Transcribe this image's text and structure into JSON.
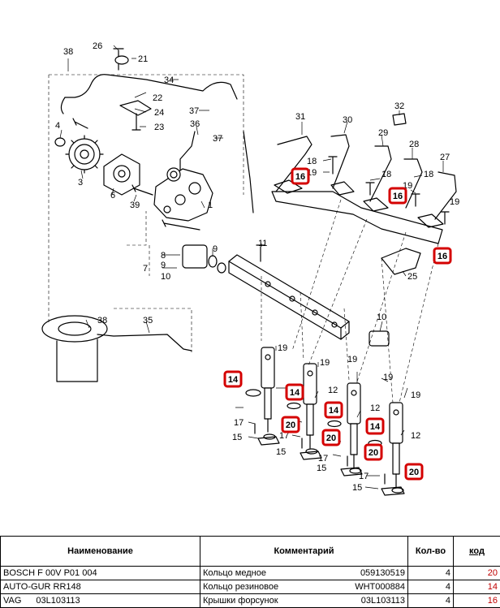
{
  "labels": {
    "1": "1",
    "3": "3",
    "4": "4",
    "6": "6",
    "7": "7",
    "8": "8",
    "9": "9",
    "10": "10",
    "11": "11",
    "12": "12",
    "15": "15",
    "17": "17",
    "18": "18",
    "19": "19",
    "21": "21",
    "22": "22",
    "23": "23",
    "24": "24",
    "25": "25",
    "26": "26",
    "27": "27",
    "28": "28",
    "29": "29",
    "30": "30",
    "31": "31",
    "32": "32",
    "34": "34",
    "35": "35",
    "36": "36",
    "37": "37",
    "38": "38",
    "39": "39"
  },
  "callouts": {
    "c14": "14",
    "c16": "16",
    "c20": "20"
  },
  "callout_color": "#d40000",
  "table": {
    "headers": {
      "name": "Наименование",
      "comment": "Комментарий",
      "qty": "Кол-во",
      "code": "код"
    },
    "rows": [
      {
        "name": "BOSCH F 00V P01 004",
        "name_code": "",
        "comment": "Кольцо медное",
        "comment_code": "059130519",
        "qty": "4",
        "code": "20"
      },
      {
        "name": "AUTO-GUR RR148",
        "name_code": "",
        "comment": "Кольцо резиновое",
        "comment_code": "WHT000884",
        "qty": "4",
        "code": "14"
      },
      {
        "name": "VAG",
        "name_code": "03L103113",
        "comment": "Крышки форсунок",
        "comment_code": "03L103113",
        "qty": "4",
        "code": "16"
      }
    ]
  }
}
